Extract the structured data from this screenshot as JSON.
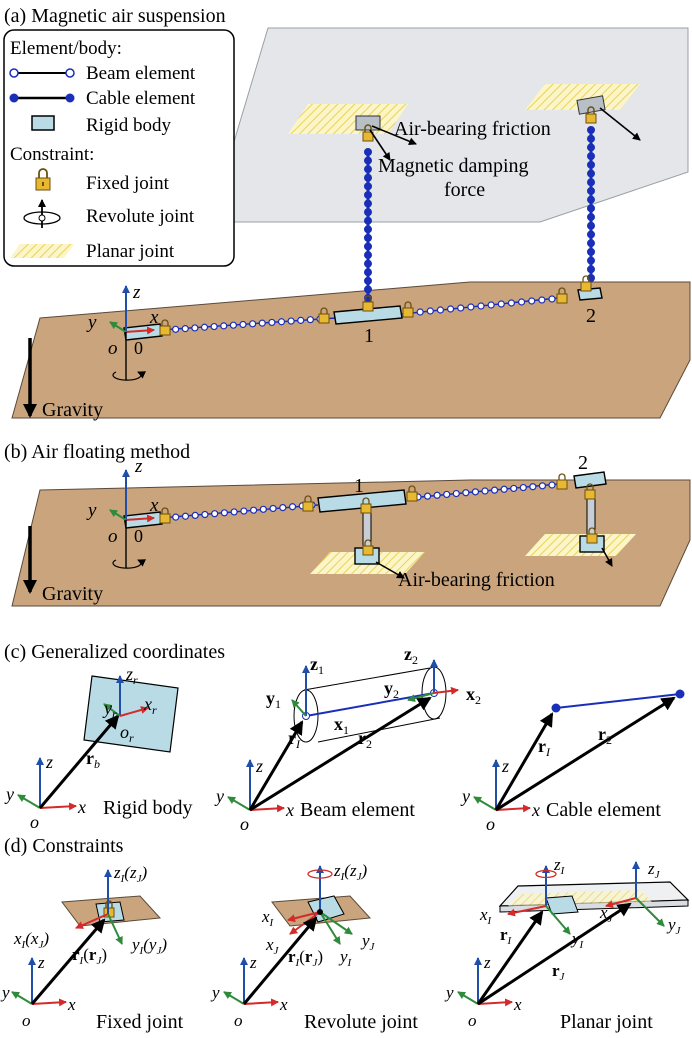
{
  "panel_a": {
    "title": "(a) Magnetic air suspension"
  },
  "legend": {
    "element_heading": "Element/body:",
    "beam": "Beam element",
    "cable": "Cable element",
    "rigid": "Rigid body",
    "constraint_heading": "Constraint:",
    "fixed": "Fixed joint",
    "revolute": "Revolute joint",
    "planar": "Planar joint"
  },
  "annotations": {
    "air_bearing_friction": "Air-bearing friction",
    "magnetic_damping_1": "Magnetic damping",
    "magnetic_damping_2": "force",
    "gravity": "Gravity",
    "body_1": "1",
    "body_2": "2",
    "origin_index": "0"
  },
  "panel_b": {
    "title": "(b) Air floating method"
  },
  "panel_c": {
    "title": "(c) Generalized coordinates",
    "rigid_caption": "Rigid body",
    "beam_caption": "Beam element",
    "cable_caption": "Cable element"
  },
  "panel_d": {
    "title": "(d) Constraints",
    "fixed_caption": "Fixed joint",
    "revolute_caption": "Revolute joint",
    "planar_caption": "Planar joint"
  },
  "axis_labels": {
    "x": "x",
    "y": "y",
    "z": "z",
    "o": "o",
    "xr": "x",
    "yr": "y",
    "zr": "z",
    "or": "o",
    "r_sub": "r",
    "b_sub": "b",
    "r": "r",
    "I_sub": "I",
    "J_sub": "J",
    "one": "1",
    "two": "2",
    "zI_zJ": "(z",
    "paren_close": ")"
  },
  "colors": {
    "blue_axis": "#1f4fa8",
    "red_axis": "#d42a2a",
    "green_axis": "#2e8b3a",
    "cable": "#1a2fb8",
    "floor": "#c9a47c",
    "ceiling": "#e4e6ea",
    "rigid": "#b9dbe6",
    "lock": "#e8b830",
    "planar": "#f3e98a"
  }
}
